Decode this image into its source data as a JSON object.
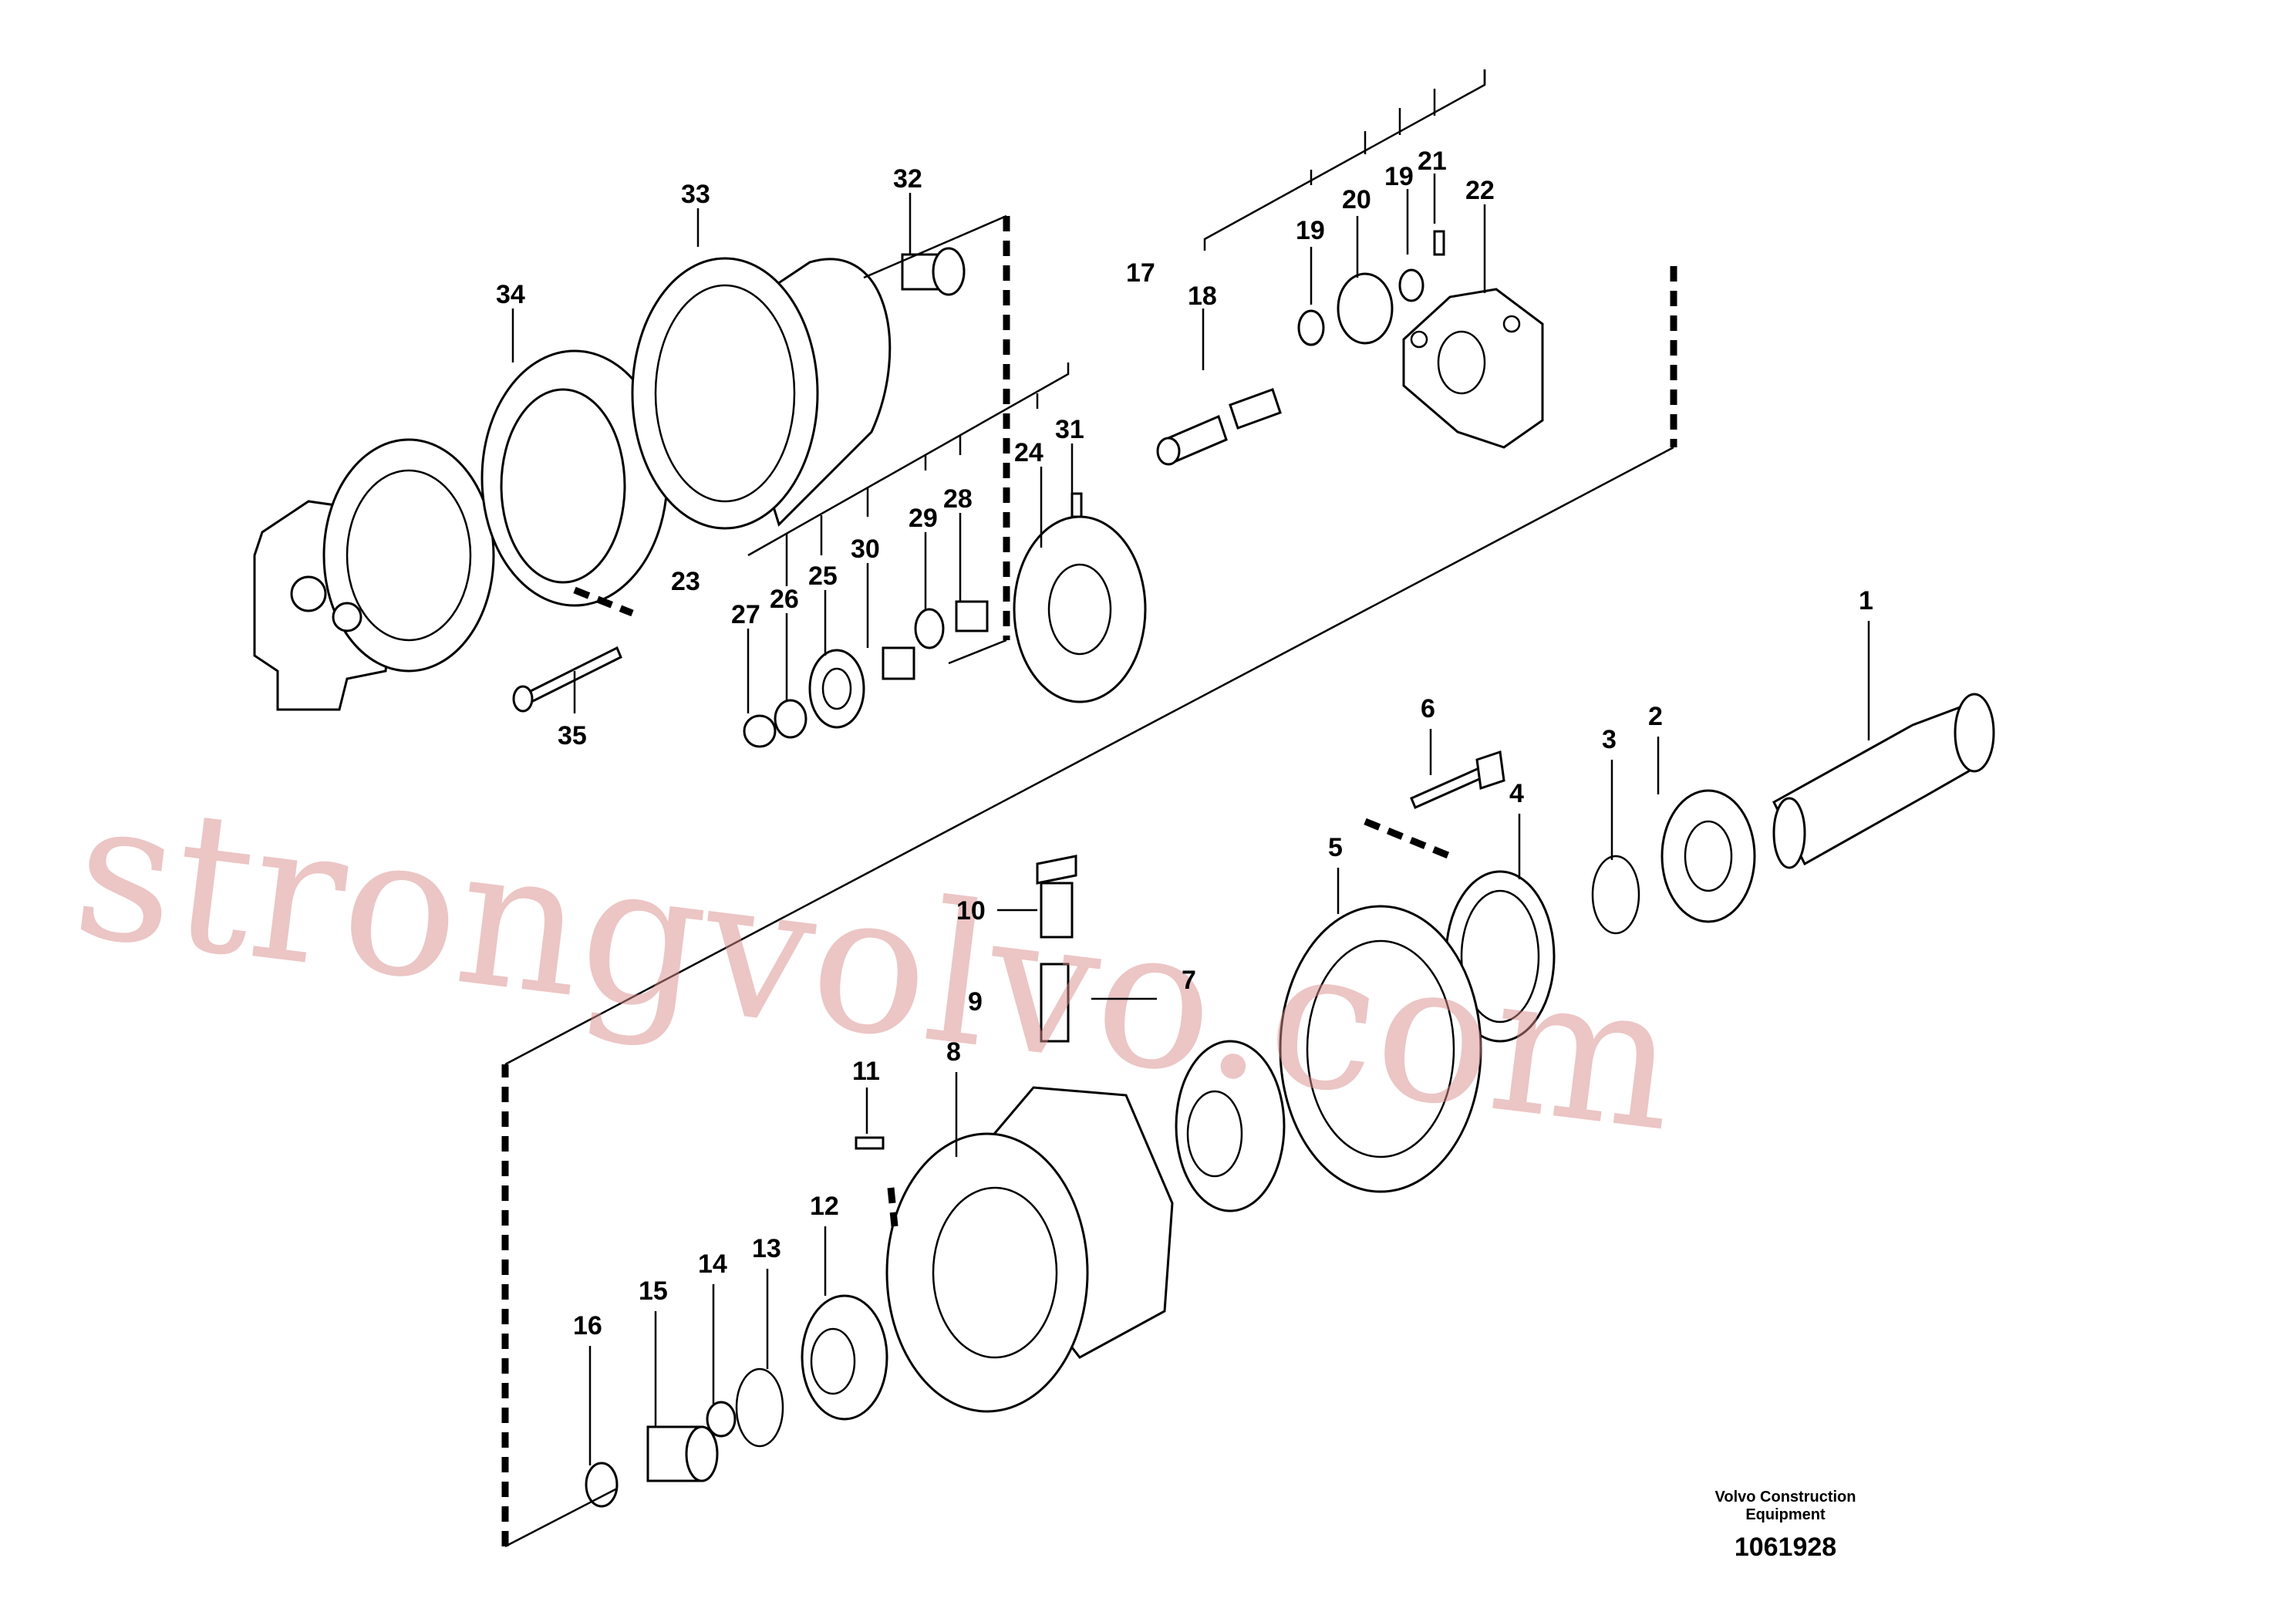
{
  "labels": [
    "1",
    "2",
    "3",
    "4",
    "5",
    "6",
    "7",
    "8",
    "9",
    "10",
    "11",
    "12",
    "13",
    "14",
    "15",
    "16",
    "17",
    "18",
    "19",
    "20",
    "19",
    "21",
    "22",
    "23",
    "24",
    "25",
    "26",
    "27",
    "28",
    "29",
    "30",
    "31",
    "32",
    "33",
    "34",
    "35"
  ],
  "caption": {
    "line1": "Volvo Construction",
    "line2": "Equipment",
    "number": "1061928"
  },
  "watermark": "strongvolvo.com",
  "colors": {
    "ink": "#000000",
    "watermark": "#d98c8c",
    "background": "#ffffff"
  }
}
